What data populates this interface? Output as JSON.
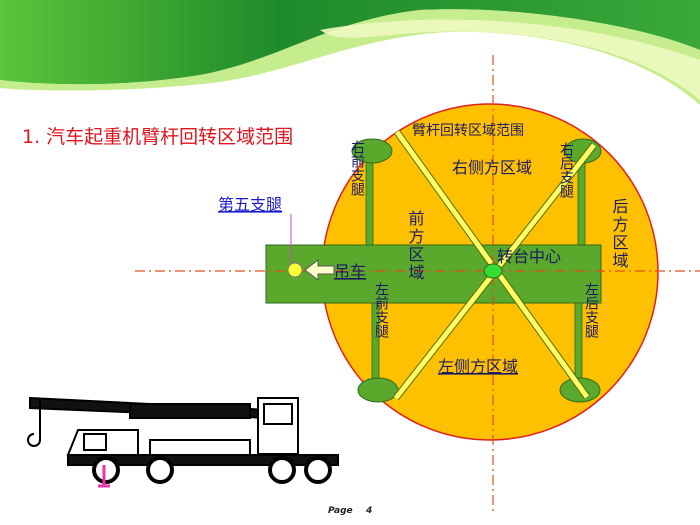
{
  "slide": {
    "title": "1. 汽车起重机臂杆回转区域范围",
    "page_label": "Page",
    "page_number": "4"
  },
  "diagram": {
    "range_label": "臂杆回转区域范围",
    "right_side": "右侧方区域",
    "left_side": "左侧方区域",
    "front": "前方区域",
    "rear": "后方区域",
    "turntable": "转台中心",
    "crane": "吊车",
    "fifth_leg": "第五支腿",
    "right_front_leg": "右前支腿",
    "right_rear_leg": "右后支腿",
    "left_front_leg": "左前支腿",
    "left_rear_leg": "左后支腿"
  },
  "colors": {
    "title": "#e0141e",
    "circle": "#ffc000",
    "green": "#5aa82c",
    "yellow": "#ffff66",
    "label": "#1a1a80"
  }
}
